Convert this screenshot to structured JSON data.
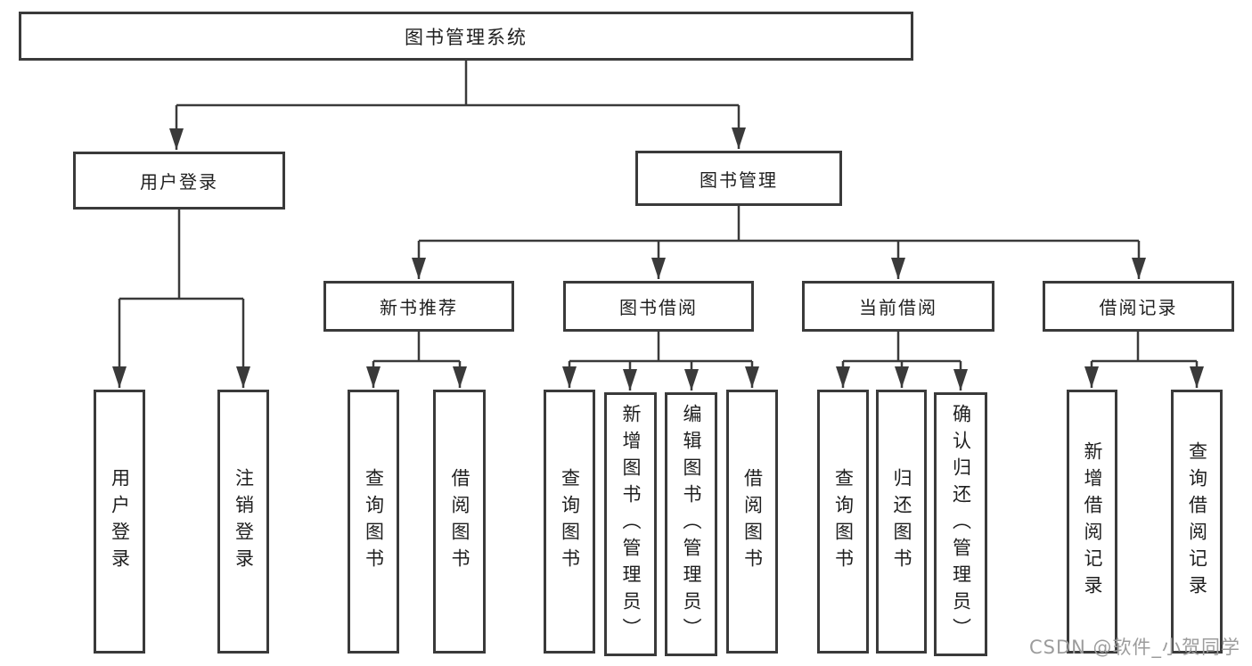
{
  "diagram": {
    "type": "tree",
    "root": "图书管理系统",
    "branches": [
      {
        "label": "用户登录",
        "children": [
          "用户登录",
          "注销登录"
        ]
      },
      {
        "label": "图书管理",
        "groups": [
          {
            "label": "新书推荐",
            "children": [
              "查询图书",
              "借阅图书"
            ]
          },
          {
            "label": "图书借阅",
            "children": [
              "查询图书",
              "新增图书（管理员）",
              "编辑图书（管理员）",
              "借阅图书"
            ]
          },
          {
            "label": "当前借阅",
            "children": [
              "查询图书",
              "归还图书",
              "确认归还（管理员）"
            ]
          },
          {
            "label": "借阅记录",
            "children": [
              "新增借阅记录",
              "查询借阅记录"
            ]
          }
        ]
      }
    ]
  },
  "watermark": {
    "text": "CSDN @软件_小贺同学"
  },
  "colors": {
    "line": "#3a3a3a",
    "text": "#1f1f1f",
    "watermark": "#9c9c9c",
    "background": "#ffffff"
  }
}
